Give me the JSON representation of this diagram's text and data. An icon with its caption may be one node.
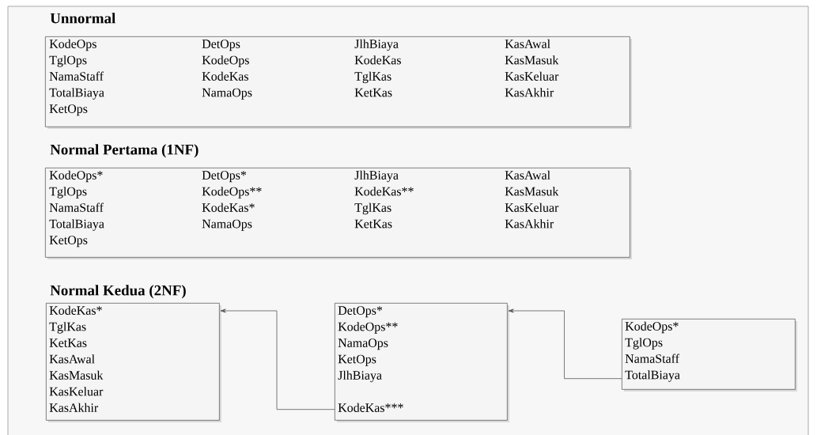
{
  "diagram": {
    "nodes": [
      {
        "text": [
          "Unnormal",
          "KodeOps",
          "TglOps",
          "NamaStaff",
          "TotalBiaya",
          "KetOps",
          "DetOps",
          "KodeOps",
          "KodeKas",
          "NamaOps",
          "JlhBiaya",
          "KodeKas",
          "TglKas",
          "KetKas",
          "KasAwal",
          "KasMasuk",
          "KasKeluar",
          "KasAkhir"
        ]
      },
      {
        "text": [
          "Normal Pertama (1NF)",
          "KodeOps*",
          "TglOps",
          "NamaStaff",
          "TotalBiaya",
          "KetOps",
          "DetOps*",
          "KodeOps**",
          "KodeKas*",
          "NamaOps",
          "JlhBiaya",
          "KodeKas**",
          "TglKas",
          "KetKas",
          "KasAwal",
          "KasMasuk",
          "KasKeluar",
          "KasAkhir"
        ]
      },
      {
        "text": [
          "KodeKas*",
          "TglKas",
          "KetKas",
          "KasAwal",
          "KasMasuk",
          "KasKeluar",
          "KasAkhir"
        ]
      },
      {
        "text": [
          "DetOps*",
          "KodeOps**",
          "NamaOps",
          "KetOps",
          "JlhBiaya",
          "KodeKas***"
        ]
      },
      {
        "text": [
          "KodeOps*",
          "TglOps",
          "NamaStaff",
          "TotalBiaya"
        ]
      }
    ],
    "edges": [
      {
        "from": 3,
        "to": 2,
        "arrow": "to"
      },
      {
        "from": 4,
        "to": 3,
        "arrow": "to"
      }
    ],
    "labels": [
      "Normal Kedua (2NF)"
    ]
  }
}
